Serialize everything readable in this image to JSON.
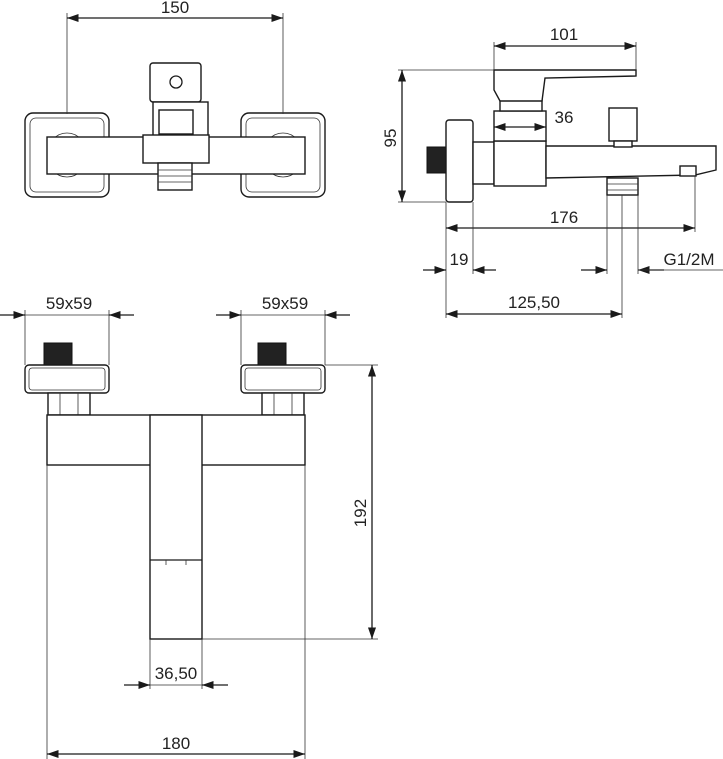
{
  "dimensions": {
    "top_width": "150",
    "side_lever_length": "101",
    "side_height": "95",
    "side_spout_offset": "36",
    "side_total_depth": "176",
    "side_wall_plate": "19",
    "side_thread": "G1/2M",
    "side_outlet_distance": "125,50",
    "front_left_flange": "59x59",
    "front_right_flange": "59x59",
    "front_height": "192",
    "front_spout_width": "36,50",
    "front_total_width": "180"
  }
}
